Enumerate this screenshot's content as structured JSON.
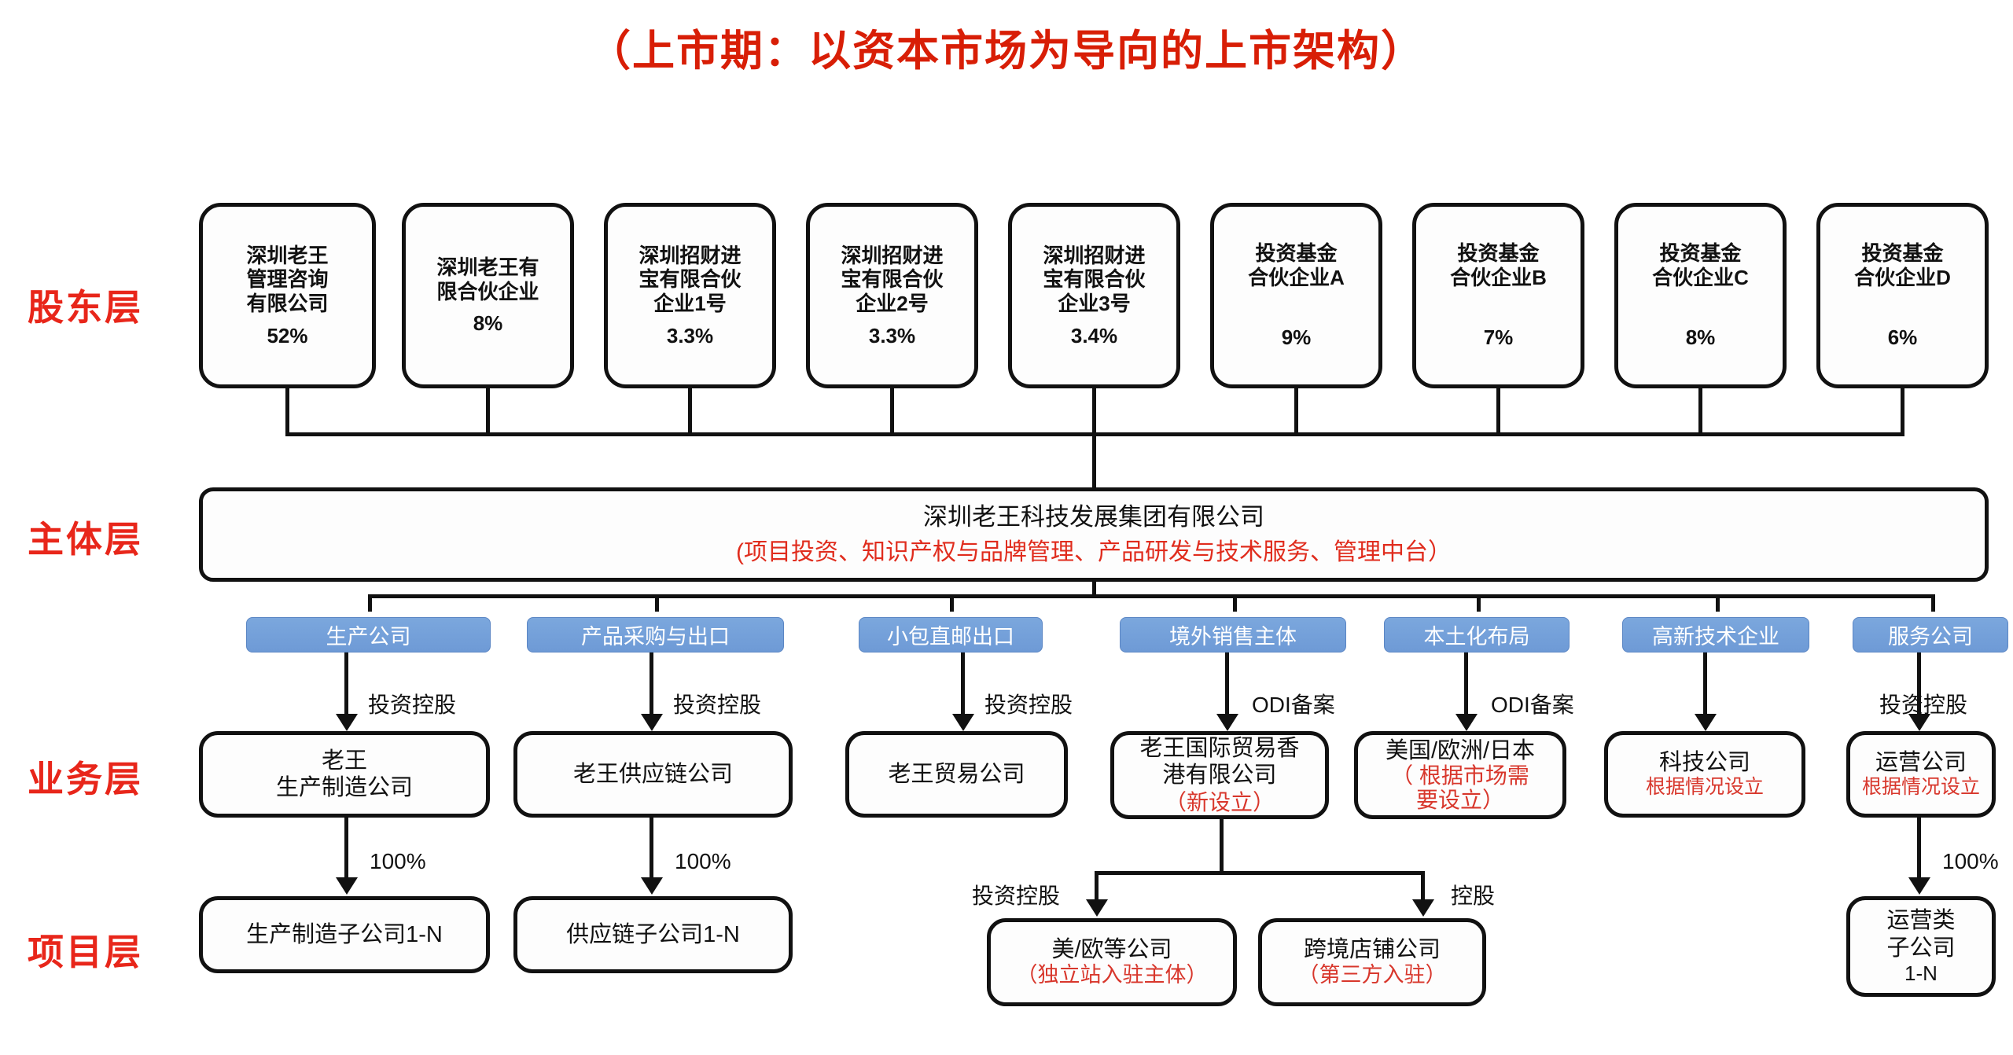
{
  "title": "（上市期：以资本市场为导向的上市架构）",
  "title_color": "#d81e06",
  "layers": [
    {
      "key": "shareholder",
      "label": "股东层"
    },
    {
      "key": "entity",
      "label": "主体层"
    },
    {
      "key": "business",
      "label": "业务层"
    },
    {
      "key": "project",
      "label": "项目层"
    }
  ],
  "shareholders": [
    {
      "lines": [
        "深圳老王",
        "管理咨询",
        "有限公司"
      ],
      "pct": "52%"
    },
    {
      "lines": [
        "深圳老王有",
        "限合伙企业"
      ],
      "pct": "8%"
    },
    {
      "lines": [
        "深圳招财进",
        "宝有限合伙",
        "企业1号"
      ],
      "pct": "3.3%"
    },
    {
      "lines": [
        "深圳招财进",
        "宝有限合伙",
        "企业2号"
      ],
      "pct": "3.3%"
    },
    {
      "lines": [
        "深圳招财进",
        "宝有限合伙",
        "企业3号"
      ],
      "pct": "3.4%"
    },
    {
      "lines": [
        "投资基金",
        "合伙企业A"
      ],
      "pct": "9%"
    },
    {
      "lines": [
        "投资基金",
        "合伙企业B"
      ],
      "pct": "7%"
    },
    {
      "lines": [
        "投资基金",
        "合伙企业C"
      ],
      "pct": "8%"
    },
    {
      "lines": [
        "投资基金",
        "合伙企业D"
      ],
      "pct": "6%"
    }
  ],
  "main_entity": {
    "name": "深圳老王科技发展集团有限公司",
    "scope": "(项目投资、知识产权与品牌管理、产品研发与技术服务、管理中台）",
    "scope_color": "#e02c1d"
  },
  "tags": [
    {
      "label": "生产公司"
    },
    {
      "label": "产品采购与出口"
    },
    {
      "label": "小包直邮出口"
    },
    {
      "label": "境外销售主体"
    },
    {
      "label": "本土化布局"
    },
    {
      "label": "高新技术企业"
    },
    {
      "label": "服务公司"
    }
  ],
  "tag_color": "#6e9ad6",
  "business": [
    {
      "lines": [
        "老王",
        "生产制造公司"
      ],
      "note": "",
      "note_color": ""
    },
    {
      "lines": [
        "老王供应链公司"
      ],
      "note": "",
      "note_color": ""
    },
    {
      "lines": [
        "老王贸易公司"
      ],
      "note": "",
      "note_color": ""
    },
    {
      "lines": [
        "老王国际贸易香",
        "港有限公司"
      ],
      "note": "（新设立）",
      "note_color": "#d8372c"
    },
    {
      "lines": [
        "美国/欧洲/日本"
      ],
      "note": "（ 根据市场需\n要设立）",
      "note_color": "#d8372c"
    },
    {
      "lines": [
        "科技公司"
      ],
      "note": "根据情况设立",
      "note_color": "#d8372c"
    },
    {
      "lines": [
        "运营公司"
      ],
      "note": "根据情况设立",
      "note_color": "#d8372c"
    }
  ],
  "project": [
    {
      "lines": [
        "生产制造子公司1-N"
      ],
      "note": ""
    },
    {
      "lines": [
        "供应链子公司1-N"
      ],
      "note": ""
    },
    {
      "lines": [
        "美/欧等公司"
      ],
      "note": "（独立站入驻主体）",
      "note_color": "#d8372c"
    },
    {
      "lines": [
        "跨境店铺公司"
      ],
      "note": "（第三方入驻）",
      "note_color": "#d8372c"
    },
    {
      "lines": [
        "运营类",
        "子公司",
        "1-N"
      ],
      "note": ""
    }
  ],
  "edges": {
    "invest_hold": "投资控股",
    "odi_record": "ODI备案",
    "hold": "控股",
    "pct_100": "100%"
  },
  "chart_data": {
    "type": "diagram",
    "diagram_kind": "org-chart",
    "title": "（上市期：以资本市场为导向的上市架构）",
    "levels": [
      "股东层",
      "主体层",
      "业务层",
      "项目层"
    ],
    "shareholding": {
      "categories": [
        "深圳老王管理咨询有限公司",
        "深圳老王有限合伙企业",
        "深圳招财进宝有限合伙企业1号",
        "深圳招财进宝有限合伙企业2号",
        "深圳招财进宝有限合伙企业3号",
        "投资基金合伙企业A",
        "投资基金合伙企业B",
        "投资基金合伙企业C",
        "投资基金合伙企业D"
      ],
      "values": [
        52,
        8,
        3.3,
        3.3,
        3.4,
        9,
        7,
        8,
        6
      ],
      "unit": "%"
    },
    "subsidiary_ownership": {
      "categories": [
        "生产制造子公司1-N",
        "供应链子公司1-N",
        "运营类子公司1-N"
      ],
      "values": [
        100,
        100,
        100
      ],
      "unit": "%"
    },
    "relations": [
      {
        "from": "深圳老王科技发展集团有限公司",
        "to": "老王生产制造公司",
        "label": "投资控股"
      },
      {
        "from": "深圳老王科技发展集团有限公司",
        "to": "老王供应链公司",
        "label": "投资控股"
      },
      {
        "from": "深圳老王科技发展集团有限公司",
        "to": "老王贸易公司",
        "label": "投资控股"
      },
      {
        "from": "深圳老王科技发展集团有限公司",
        "to": "老王国际贸易香港有限公司",
        "label": "ODI备案"
      },
      {
        "from": "深圳老王科技发展集团有限公司",
        "to": "美国/欧洲/日本",
        "label": "ODI备案"
      },
      {
        "from": "深圳老王科技发展集团有限公司",
        "to": "运营公司",
        "label": "投资控股"
      },
      {
        "from": "老王国际贸易香港有限公司",
        "to": "美/欧等公司",
        "label": "投资控股"
      },
      {
        "from": "老王国际贸易香港有限公司",
        "to": "跨境店铺公司",
        "label": "控股"
      },
      {
        "from": "老王生产制造公司",
        "to": "生产制造子公司1-N",
        "label": "100%"
      },
      {
        "from": "老王供应链公司",
        "to": "供应链子公司1-N",
        "label": "100%"
      },
      {
        "from": "运营公司",
        "to": "运营类子公司1-N",
        "label": "100%"
      }
    ]
  }
}
